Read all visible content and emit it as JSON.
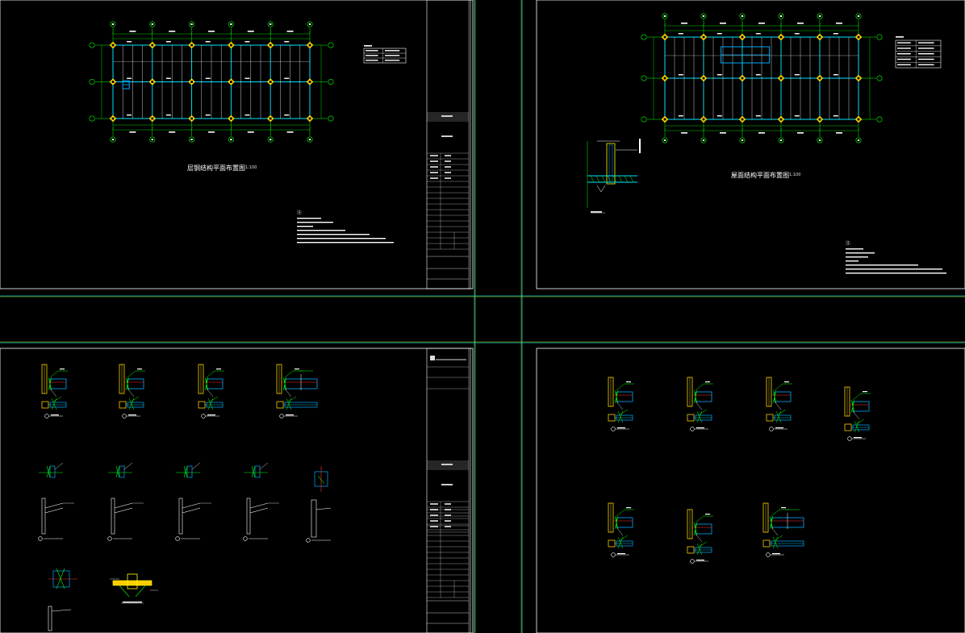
{
  "colors": {
    "background": "#000000",
    "frame": "#ffffff",
    "grid_line": "#00ff00",
    "axis_line": "#ff3333",
    "beam": "#00e5ff",
    "column": "#ffff00",
    "column_fill": "#ffcc00",
    "steel": "#00aaff",
    "dimension": "#00cc00",
    "annotation": "#ffffff",
    "model_space_line": "#00d0d0",
    "secondary_line": "#c0c000"
  },
  "sheets": [
    {
      "id": "sheet-top-left",
      "title": "层钢结构平面布置图",
      "scale": "1:100"
    },
    {
      "id": "sheet-top-right",
      "title": "屋面结构平面布置图",
      "scale": "1:100"
    },
    {
      "id": "sheet-bottom-left",
      "title": "",
      "scale": ""
    },
    {
      "id": "sheet-bottom-right",
      "title": "",
      "scale": ""
    }
  ],
  "notes_header": "注:",
  "detail_label_caption": "节点详图"
}
